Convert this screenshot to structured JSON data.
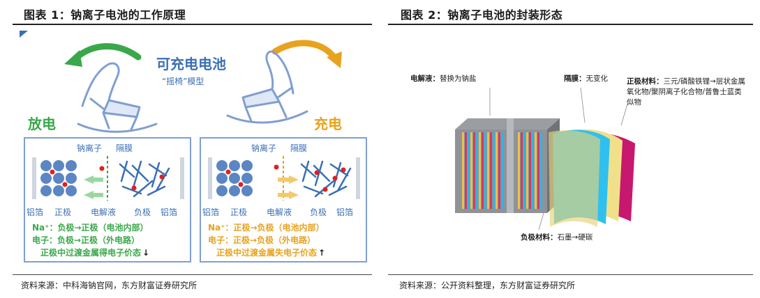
{
  "left": {
    "title": "图表 1：钠离子电池的工作原理",
    "heading": "可充电电池",
    "subheading": "“摇椅”模型",
    "discharge_label": "放电",
    "charge_label": "充电",
    "discharge_box": {
      "ion_label": "钠离子",
      "membrane_label": "隔膜",
      "bottom_labels": [
        "铝箔",
        "正极",
        "电解液",
        "负极",
        "铝箔"
      ],
      "line1": "Na⁺：负极→正极（电池内部）",
      "line2": "电子：负极→正极（外电路）",
      "line3": "正极中过渡金属得电子价态",
      "arrow": "↓"
    },
    "charge_box": {
      "ion_label": "钠离子",
      "membrane_label": "隔膜",
      "bottom_labels": [
        "铝箔",
        "正极",
        "电解液",
        "负极",
        "铝箔"
      ],
      "line1": "Na⁺：正极→负极（电池内部）",
      "line2": "电子：正极→负极（外电路）",
      "line3": "正极中过渡金属失电子价态",
      "arrow": "↑"
    },
    "source": "资料来源：中科海钠官网，东方财富证券研究所"
  },
  "right": {
    "title": "图表 2：钠离子电池的封装形态",
    "electrolyte_bold": "电解液：",
    "electrolyte_text": "替换为钠盐",
    "separator_bold": "隔膜：",
    "separator_text": "无变化",
    "cathode_bold": "正极材料：",
    "cathode_text": "三元/磷酸铁锂→层状金属氧化物/聚阴离子化合物/普鲁士蓝类似物",
    "anode_bold": "负极材料：",
    "anode_text": "石墨→硬碳",
    "source": "资料来源：公开资料整理，东方财富证券研究所"
  },
  "colors": {
    "blue_text": "#3a6fb5",
    "green": "#3aa84a",
    "orange": "#e8a21d",
    "box_border": "#7f9fd0",
    "ion_red": "#e02020"
  }
}
